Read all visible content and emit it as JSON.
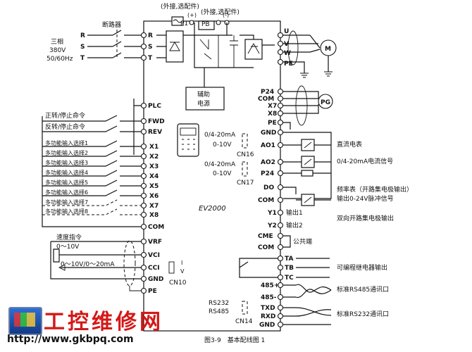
{
  "options_top_left": "(外接,选配件)",
  "options_top_right": "(外接,选配件)",
  "breaker": "断路器",
  "supply": {
    "phase": "三相",
    "voltage": "380V",
    "freq": "50/60Hz"
  },
  "line_labels": [
    "R",
    "S",
    "T"
  ],
  "inv_in": [
    "R",
    "S",
    "T"
  ],
  "p1": "P1",
  "pb": "PB",
  "plus": "(+)",
  "minus": "(-)",
  "out_labels": [
    "U",
    "V",
    "W",
    "PE"
  ],
  "motor": "M",
  "aux_power": [
    "辅助",
    "电源"
  ],
  "plc": "PLC",
  "fwd_cmd": "正转/停止命令",
  "rev_cmd": "反转/停止命令",
  "inputs": [
    "FWD",
    "REV",
    "X1",
    "X2",
    "X3",
    "X4",
    "X5",
    "X6",
    "X7",
    "X8"
  ],
  "multi_func": [
    "多功能输入选择1",
    "多功能输入选择2",
    "多功能输入选择3",
    "多功能输入选择4",
    "多功能输入选择5",
    "多功能输入选择6",
    "多功能输入选择7",
    "多功能输入选择8"
  ],
  "com": "COM",
  "speed_cmd": "速度指令",
  "range_v": "0～10V",
  "range_vi": "0～10V/0～20mA",
  "analog_in": [
    "VRF",
    "VCI",
    "CCI",
    "GND",
    "PE"
  ],
  "cn10": {
    "i": "I",
    "v": "V",
    "name": "CN10"
  },
  "cn16": {
    "ma": "0/4-20mA",
    "v": "0-10V",
    "name": "CN16"
  },
  "cn17": {
    "ma": "0/4-20mA",
    "v": "0-10V",
    "name": "CN17"
  },
  "cn14": {
    "a": "RS232",
    "b": "RS485",
    "name": "CN14"
  },
  "model": "EV2000",
  "encoder": [
    "P24",
    "COM",
    "X7",
    "X8",
    "PE"
  ],
  "pg": "PG",
  "ao_pins": [
    "GND",
    "AO1",
    "AO2",
    "P24",
    "DO",
    "COM"
  ],
  "dc_meter": "直流电表",
  "current_signal": "0/4-20mA电流信号",
  "freq_meter": "频率表（开路集电极输出）",
  "pulse_out": "输出0-24V脉冲信号",
  "y_pins": [
    "Y1",
    "Y2",
    "CME",
    "COM"
  ],
  "out1": "输出1",
  "out2": "输出2",
  "oc_output": "双向开路集电极输出",
  "common": "公共端",
  "relay_pins": [
    "TA",
    "TB",
    "TC"
  ],
  "relay_out": "可编程继电器输出",
  "comm_pins": [
    "485+",
    "485-",
    "TXD",
    "RXD",
    "GND"
  ],
  "rs485_port": "标准RS485通讯口",
  "rs232_port": "标准RS232通讯口",
  "caption": "图3-9　基本配线图 1",
  "brand": "工控维修网",
  "url": "http://www.gkbpq.com"
}
